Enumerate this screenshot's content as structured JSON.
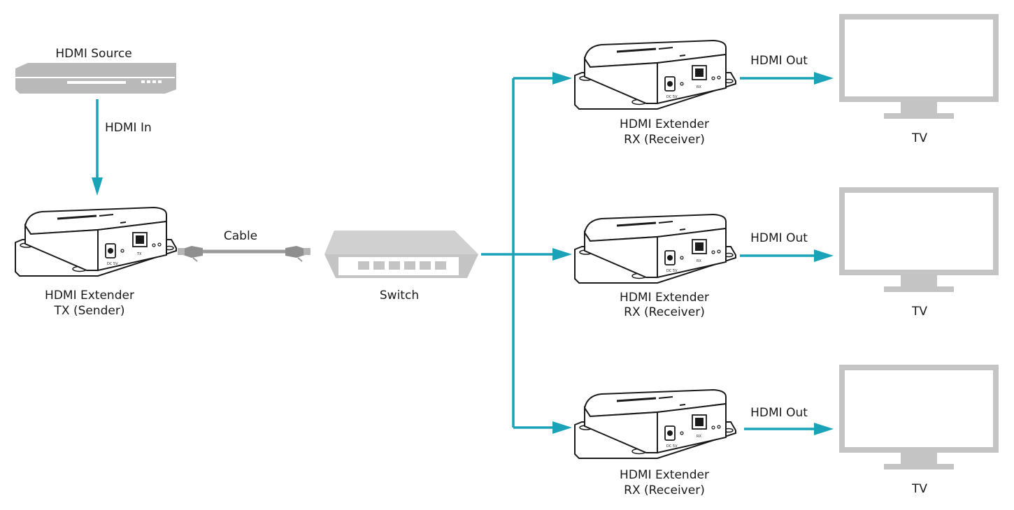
{
  "colors": {
    "arrow": "#1aa3b8",
    "device_outline": "#1a1a1a",
    "device_fill": "#ffffff",
    "source_gray": "#b9b9b9",
    "switch_gray": "#c4c4c4",
    "tv_gray": "#c4c4c4",
    "cable_gray": "#9a9a9a"
  },
  "icons": {
    "source": "dvd-player-icon",
    "extender": "hdmi-extender-box-icon",
    "switch": "network-switch-icon",
    "cable": "ethernet-cable-icon",
    "tv": "tv-monitor-icon"
  },
  "source": {
    "label": "HDMI Source"
  },
  "hdmi_in": {
    "label": "HDMI In"
  },
  "sender": {
    "line1": "HDMI Extender",
    "line2": "TX (Sender)",
    "port_label": "TX",
    "power_label": "DC 5V"
  },
  "cable": {
    "label": "Cable"
  },
  "switch": {
    "label": "Switch"
  },
  "receivers": [
    {
      "line1": "HDMI Extender",
      "line2": "RX (Receiver)",
      "port_label": "RX",
      "power_label": "DC 5V",
      "out_label": "HDMI Out",
      "tv_label": "TV"
    },
    {
      "line1": "HDMI Extender",
      "line2": "RX (Receiver)",
      "port_label": "RX",
      "power_label": "DC 5V",
      "out_label": "HDMI Out",
      "tv_label": "TV"
    },
    {
      "line1": "HDMI Extender",
      "line2": "RX (Receiver)",
      "port_label": "RX",
      "power_label": "DC 5V",
      "out_label": "HDMI Out",
      "tv_label": "TV"
    }
  ]
}
